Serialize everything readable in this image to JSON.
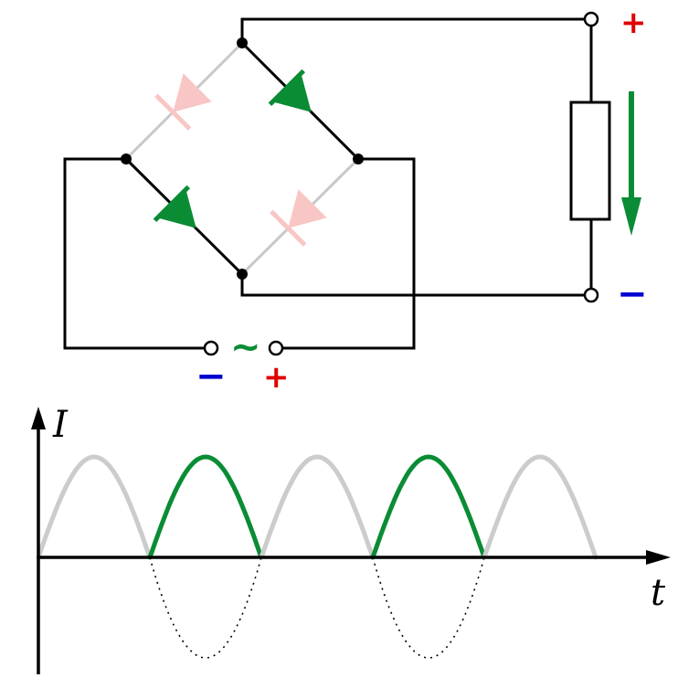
{
  "colors": {
    "wire": "#000000",
    "active": "#0a8c35",
    "inactive_diode": "#f9c6c6",
    "inactive_wire": "#c8c8c8",
    "plus": "#e00000",
    "minus": "#0000d0",
    "curve_faded": "#cccccc"
  },
  "circuit": {
    "output_plus": "+",
    "output_minus": "−",
    "ac_symbol": "~",
    "input_minus": "−",
    "input_plus": "+"
  },
  "graph": {
    "y_axis_label": "I",
    "x_axis_label": "t",
    "half_wave_count": 5,
    "active_half_waves": [
      2,
      4
    ]
  },
  "icons": {
    "diode": "diode-icon",
    "resistor": "resistor-icon",
    "current_arrow": "arrow-down-icon",
    "terminal": "open-terminal-icon"
  }
}
